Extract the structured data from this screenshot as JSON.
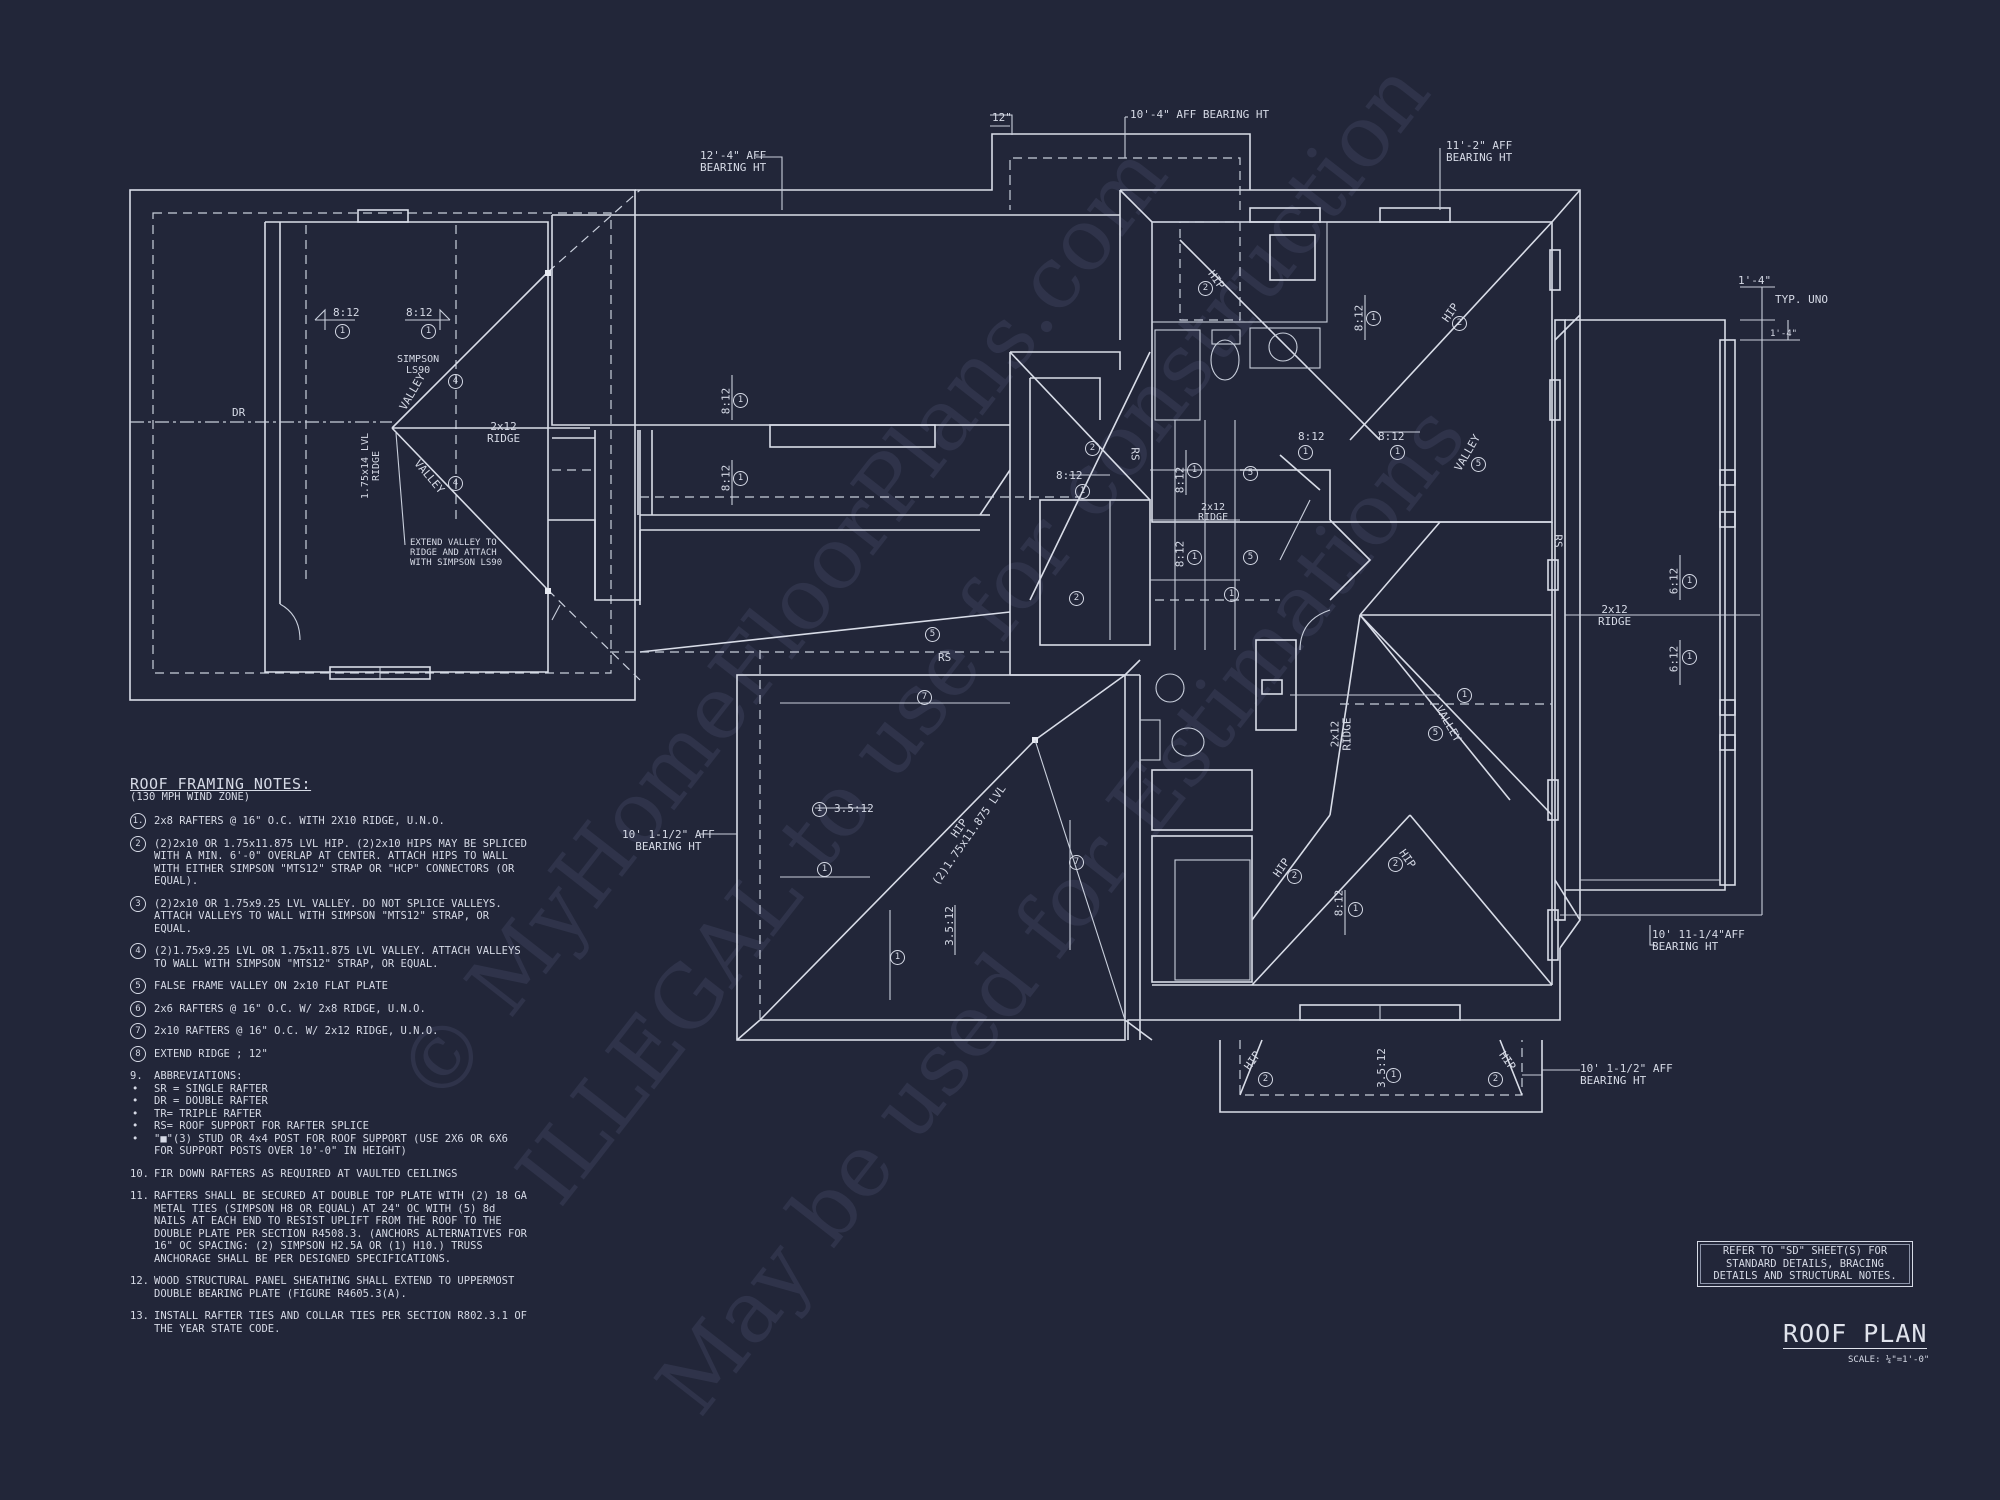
{
  "watermark": {
    "line1": "© MyHomeFloorPlans.com",
    "line2": "ILLEGAL to use for construction",
    "line3": "May be used for Estimations"
  },
  "bearing_labels": {
    "b1_l1": "12'-4\" AFF",
    "b1_l2": "BEARING HT",
    "b2": "12\"",
    "b3": "10'-4\" AFF BEARING HT",
    "b4_l1": "11'-2\" AFF",
    "b4_l2": "BEARING HT",
    "b5": "1'-4\"",
    "b6": "TYP. UNO",
    "b7": "1'-4\"",
    "b8_l1": "10' 1-1/2\" AFF",
    "b8_l2": "BEARING HT",
    "b9_l1": "10' 11-1/4\"AFF",
    "b9_l2": "BEARING HT",
    "b10_l1": "10' 1-1/2\" AFF",
    "b10_l2": "BEARING HT"
  },
  "plan_labels": {
    "pitch_812": "8:12",
    "pitch_612": "6:12",
    "pitch_3512": "3.5:12",
    "dr": "DR",
    "rs": "RS",
    "valley": "VALLEY",
    "hip": "HIP",
    "ridge_2x12": "2x12",
    "ridge": "RIDGE",
    "simpson_l1": "SIMPSON",
    "simpson_l2": "LS90",
    "lvl_ridge_l1": "1.75x14 LVL",
    "lvl_ridge_l2": "RIDGE",
    "extend_l1": "EXTEND VALLEY TO",
    "extend_l2": "RIDGE AND ATTACH",
    "extend_l3": "WITH SIMPSON LS90",
    "hip_lvl_l1": "HIP",
    "hip_lvl_l2": "(2)1.75x11.875 LVL",
    "n1": "1",
    "n2": "2",
    "n4": "4",
    "n5": "5",
    "n7": "7"
  },
  "notes": {
    "heading": "ROOF FRAMING NOTES:",
    "subheading": "(130 MPH WIND ZONE)",
    "items": [
      {
        "num": "1.",
        "text": "2x8 RAFTERS @ 16\" O.C. WITH 2X10 RIDGE, U.N.O."
      },
      {
        "num": "2",
        "text": "(2)2x10 OR 1.75x11.875 LVL HIP. (2)2x10 HIPS MAY BE SPLICED WITH A MIN. 6'-0\" OVERLAP AT CENTER. ATTACH HIPS TO WALL WITH EITHER SIMPSON \"MTS12\" STRAP OR \"HCP\" CONNECTORS (OR EQUAL)."
      },
      {
        "num": "3",
        "text": "(2)2x10 OR 1.75x9.25 LVL VALLEY.  DO NOT SPLICE VALLEYS. ATTACH VALLEYS TO WALL WITH  SIMPSON \"MTS12\" STRAP, OR EQUAL."
      },
      {
        "num": "4",
        "text": "(2)1.75x9.25 LVL OR 1.75x11.875 LVL VALLEY.  ATTACH VALLEYS TO WALL WITH SIMPSON \"MTS12\" STRAP, OR EQUAL."
      },
      {
        "num": "5",
        "text": "FALSE FRAME VALLEY ON 2x10 FLAT PLATE"
      },
      {
        "num": "6",
        "text": "2x6 RAFTERS @ 16\" O.C. W/ 2x8 RIDGE, U.N.O."
      },
      {
        "num": "7",
        "text": "2x10 RAFTERS @ 16\" O.C. W/ 2x12 RIDGE, U.N.O."
      },
      {
        "num": "8",
        "text": "EXTEND RIDGE ; 12\""
      }
    ],
    "abbr_num": "9.",
    "abbr_title": "ABBREVIATIONS:",
    "abbr": [
      "SR = SINGLE RAFTER",
      "DR = DOUBLE RAFTER",
      "TR= TRIPLE RAFTER",
      "RS= ROOF SUPPORT FOR RAFTER SPLICE",
      "\"■\"(3) STUD OR 4x4 POST FOR ROOF SUPPORT (USE 2X6 OR 6X6 FOR SUPPORT POSTS OVER 10'-0\" IN HEIGHT)"
    ],
    "plain": [
      {
        "num": "10.",
        "text": "FIR DOWN RAFTERS AS REQUIRED AT VAULTED CEILINGS"
      },
      {
        "num": "11.",
        "text": "RAFTERS SHALL BE SECURED AT DOUBLE TOP PLATE WITH (2) 18 GA METAL TIES (SIMPSON H8 OR EQUAL) AT 24\" OC WITH (5) 8d NAILS AT EACH END TO RESIST UPLIFT FROM THE ROOF TO THE DOUBLE PLATE PER SECTION R4508.3. (ANCHORS ALTERNATIVES FOR 16\" OC SPACING: (2) SIMPSON H2.5A OR (1) H10.) TRUSS ANCHORAGE SHALL BE PER DESIGNED SPECIFICATIONS."
      },
      {
        "num": "12.",
        "text": "WOOD STRUCTURAL PANEL SHEATHING SHALL EXTEND TO UPPERMOST DOUBLE BEARING PLATE (FIGURE R4605.3(A)."
      },
      {
        "num": "13.",
        "text": "INSTALL RAFTER TIES AND COLLAR TIES PER SECTION R802.3.1 OF THE YEAR STATE CODE."
      }
    ]
  },
  "refbox": {
    "l1": "REFER TO \"SD\" SHEET(S) FOR",
    "l2": "STANDARD DETAILS, BRACING",
    "l3": "DETAILS AND STRUCTURAL NOTES."
  },
  "title": {
    "main": "ROOF PLAN",
    "scale": "SCALE: ¼\"=1'-0\""
  }
}
